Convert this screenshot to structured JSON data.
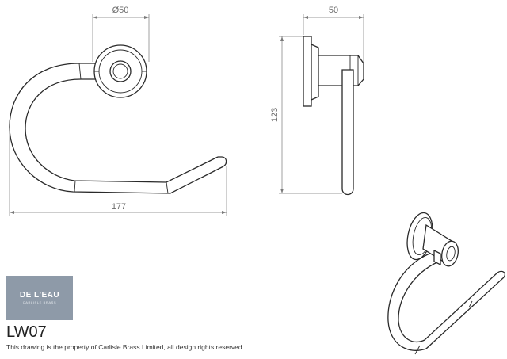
{
  "dimensions": {
    "rose_diameter": "Ø50",
    "projection": "50",
    "height": "123",
    "width": "177"
  },
  "brand": {
    "name": "DE L'EAU",
    "sub": "CARLISLE BRASS",
    "color": "#8e9aa8"
  },
  "product_code": "LW07",
  "footer_note": "This drawing is the property of Carlisle Brass Limited, all design rights reserved"
}
